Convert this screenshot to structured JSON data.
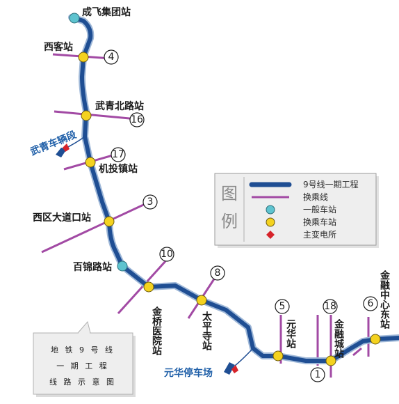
{
  "colors": {
    "main_line": "#1f4e93",
    "main_line_edge": "#9fb8d8",
    "transfer_line": "#a24aa4",
    "station_regular": "#5ec3cf",
    "station_transfer": "#f4d21f",
    "substation": "#d6232a",
    "depot_text": "#1f5fa8",
    "legend_bg": "#eeeeee"
  },
  "stations": [
    {
      "name": "成飞集团站",
      "type": "regular"
    },
    {
      "name": "西客站",
      "type": "transfer",
      "line": "4"
    },
    {
      "name": "武青北路站",
      "type": "transfer",
      "line": "16"
    },
    {
      "name": "机投镇站",
      "type": "transfer",
      "line": "17"
    },
    {
      "name": "西区大道口站",
      "type": "transfer",
      "line": "3"
    },
    {
      "name": "百锦路站",
      "type": "regular"
    },
    {
      "name": "金桥医院站",
      "type": "transfer",
      "line": "10"
    },
    {
      "name": "太平寺站",
      "type": "transfer",
      "line": "8"
    },
    {
      "name": "元华站",
      "type": "transfer",
      "line": "5"
    },
    {
      "name": "金融城站",
      "type": "transfer",
      "line": "18",
      "line2": "1"
    },
    {
      "name": "金融中心东站",
      "type": "transfer",
      "line": "6"
    }
  ],
  "depots": [
    {
      "name": "武青车辆段"
    },
    {
      "name": "元华停车场"
    }
  ],
  "legend": {
    "title_chars": [
      "图",
      "例"
    ],
    "items": [
      {
        "label": "9号线一期工程",
        "icon": "main-line-swatch"
      },
      {
        "label": "换乘线",
        "icon": "transfer-line-swatch"
      },
      {
        "label": "一般车站",
        "icon": "regular-station-circle"
      },
      {
        "label": "换乘车站",
        "icon": "transfer-station-circle"
      },
      {
        "label": "主变电所",
        "icon": "substation-diamond"
      }
    ]
  },
  "note": {
    "lines": [
      "地 铁 9 号 线",
      "一 期 工 程",
      "线 路 示 意 图"
    ]
  }
}
